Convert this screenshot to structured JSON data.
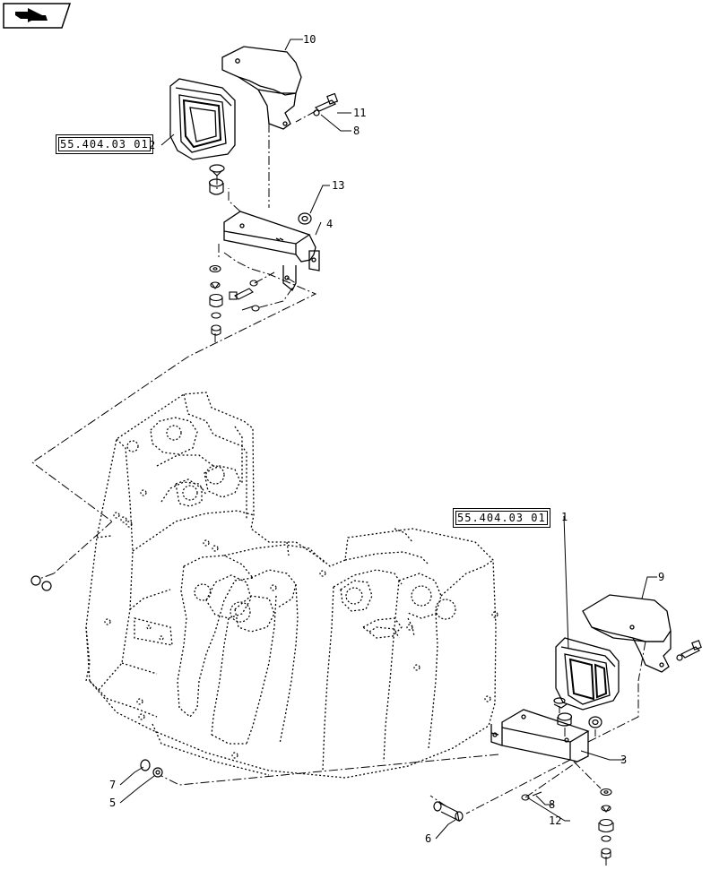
{
  "icons": {
    "nav": "next-page-arrow-icon"
  },
  "references": {
    "ref_top": "55.404.03 01",
    "ref_right": "55.404.03 01"
  },
  "callouts": {
    "c1": "1",
    "c2": "2",
    "c3": "3",
    "c4": "4",
    "c5": "5",
    "c6": "6",
    "c7": "7",
    "c8a": "8",
    "c8b": "8",
    "c9": "9",
    "c10": "10",
    "c11": "11",
    "c12": "12",
    "c13": "13"
  }
}
